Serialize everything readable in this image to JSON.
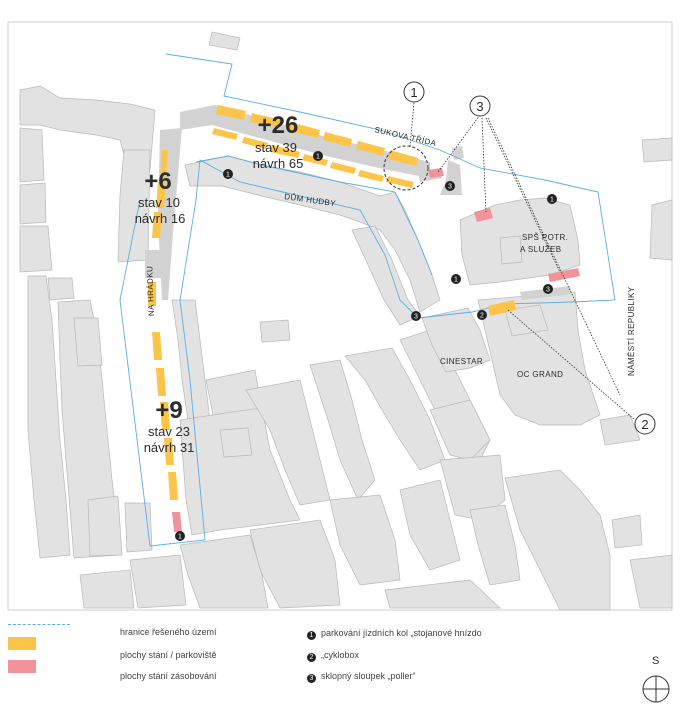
{
  "streets": {
    "sukova": "SUKOVA TŘÍDA",
    "na_hradku": "NA HRÁDKU",
    "namesti": "NÁMĚSTÍ REPUBLIKY"
  },
  "buildings": {
    "dum_hudby": "DŮM HUDBY",
    "sps_line1": "SPŠ POTR.",
    "sps_line2": "A SLUŽEB",
    "cinestar": "CINESTAR",
    "oc_grand": "OC GRAND"
  },
  "stats": {
    "north": {
      "delta": "+26",
      "stav": "stav 39",
      "navrh": "návrh 65"
    },
    "west": {
      "delta": "+6",
      "stav": "stav 10",
      "navrh": "návrh 16"
    },
    "south": {
      "delta": "+9",
      "stav": "stav 23",
      "navrh": "návrh 31"
    }
  },
  "callouts": {
    "c1": "1",
    "c2": "2",
    "c3": "3"
  },
  "markers": {
    "m1": "1",
    "m2": "2",
    "m3": "3"
  },
  "legend": {
    "boundary": "hranice řešeného území",
    "parking": "plochy stání / parkoviště",
    "supply": "plochy stání zásobování",
    "item1": "parkování jízdních kol „stojanové hnízdo",
    "item2": "„cyklobox",
    "item3": "sklopný sloupek „poller“",
    "north": "S"
  },
  "colors": {
    "parking": "#fcc54a",
    "supply": "#f0939a",
    "boundary": "#5aaee0",
    "building": "#e2e2e2",
    "road": "#d2d2d2"
  }
}
